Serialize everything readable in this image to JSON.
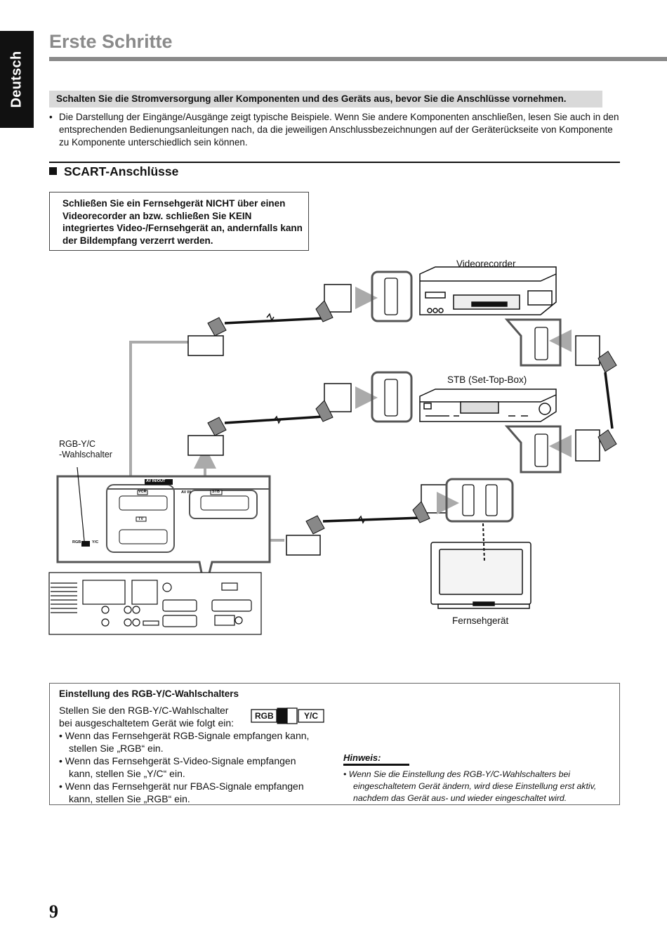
{
  "side_tab": {
    "label": "Deutsch"
  },
  "header": {
    "title": "Erste Schritte"
  },
  "warning": {
    "text": "Schalten Sie die Stromversorgung aller Komponenten und des Geräts aus, bevor Sie die Anschlüsse vornehmen."
  },
  "intro": {
    "bullet": "•",
    "text": "Die Darstellung der Eingänge/Ausgänge zeigt typische Beispiele. Wenn Sie andere Komponenten anschließen, lesen Sie auch in den entsprechenden Bedienungsanleitungen nach, da die jeweiligen Anschlussbezeichnungen auf der Geräterückseite von Komponente zu Komponente unterschiedlich sein können."
  },
  "section": {
    "title": "SCART-Anschlüsse"
  },
  "note_box": {
    "text": "Schließen Sie ein Fernsehgerät NICHT über einen Videorecorder an bzw. schließen Sie KEIN integriertes Video-/Fernsehgerät an, andernfalls kann der Bildempfang verzerrt werden."
  },
  "diagram": {
    "vcr_label": "Videorecorder",
    "stb_label": "STB (Set-Top-Box)",
    "tv_label": "Fernsehgerät",
    "switch_label_line1": "RGB-Y/C",
    "switch_label_line2": "-Wahlschalter",
    "panel_av_in_out": "AV  IN/OUT",
    "panel_vcr": "VCR",
    "panel_av_in": "AV  IN",
    "panel_stb": "STB",
    "panel_tv": "TV",
    "panel_rgb": "RGB",
    "panel_yc": "Y/C"
  },
  "settings_box": {
    "title": "Einstellung des RGB-Y/C-Wahlschalters",
    "line1": "Stellen Sie den RGB-Y/C-Wahlschalter",
    "line2": "bei ausgeschaltetem Gerät wie folgt ein:",
    "item1_a": "•  Wenn das Fernsehgerät RGB-Signale empfangen kann,",
    "item1_b": "stellen Sie „RGB“ ein.",
    "item2_a": "•  Wenn das Fernsehgerät S-Video-Signale empfangen",
    "item2_b": "kann, stellen Sie „Y/C“ ein.",
    "item3_a": "•  Wenn das Fernsehgerät nur FBAS-Signale empfangen",
    "item3_b": "kann, stellen Sie „RGB“ ein.",
    "switch_rgb": "RGB",
    "switch_yc": "Y/C"
  },
  "hinweis": {
    "title": "Hinweis:",
    "line1": "•   Wenn Sie die Einstellung des RGB-Y/C-Wahlschalters bei",
    "line2": "eingeschaltetem Gerät ändern, wird diese Einstellung erst aktiv,",
    "line3": "nachdem das Gerät aus- und wieder eingeschaltet wird."
  },
  "page_number": "9",
  "colors": {
    "gray_title": "#8a8a8a",
    "warn_bg": "#d9d9d9",
    "connector_gray": "#777777",
    "arrow_gray": "#aaaaaa"
  }
}
